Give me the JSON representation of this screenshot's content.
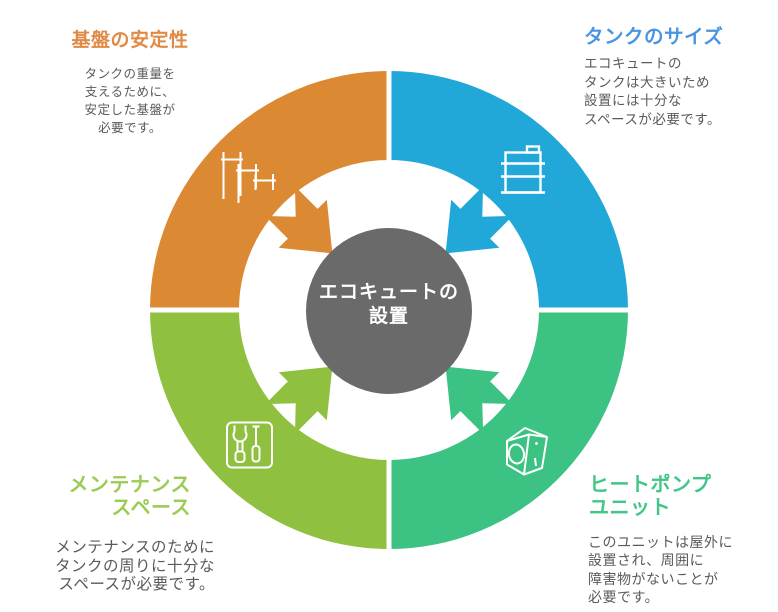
{
  "diagram": {
    "title_hint": "ecocute-installation-cycle",
    "center": {
      "label_lines": [
        "エコキュートの",
        "設置"
      ],
      "circle_color": "#6A6A6A",
      "text_color": "#ffffff"
    },
    "separator_color": "#ffffff",
    "icon_color": "#ffffff",
    "body_text_color": "#5A5A5A",
    "sections": [
      {
        "position": "top-left",
        "title_lines": [
          "基盤の安定性"
        ],
        "title_color": "#E08A45",
        "segment_color": "#DC8933",
        "icon": "foundation-piles-icon",
        "description_lines": [
          "タンクの重量を",
          "支えるために、",
          "安定した基盤が",
          "必要です。"
        ]
      },
      {
        "position": "top-right",
        "title_lines": [
          "タンクのサイズ"
        ],
        "title_color": "#4A95E0",
        "segment_color": "#21A8D9",
        "icon": "water-tank-icon",
        "description_lines": [
          "エコキュートの",
          "タンクは大きいため",
          "設置には十分な",
          "スペースが必要です。"
        ]
      },
      {
        "position": "bottom-left",
        "title_lines": [
          "メンテナンス",
          "スペース"
        ],
        "title_color": "#9CCB55",
        "segment_color": "#8FC040",
        "icon": "maintenance-tools-icon",
        "description_lines": [
          "メンテナンスのために",
          "タンクの周りに十分な",
          "スペースが必要です。"
        ]
      },
      {
        "position": "bottom-right",
        "title_lines": [
          "ヒートポンプ",
          "ユニット"
        ],
        "title_color": "#41C687",
        "segment_color": "#3CC282",
        "icon": "heat-pump-unit-icon",
        "description_lines": [
          "このユニットは屋外に",
          "設置され、周囲に",
          "障害物がないことが",
          "必要です。"
        ]
      }
    ]
  }
}
